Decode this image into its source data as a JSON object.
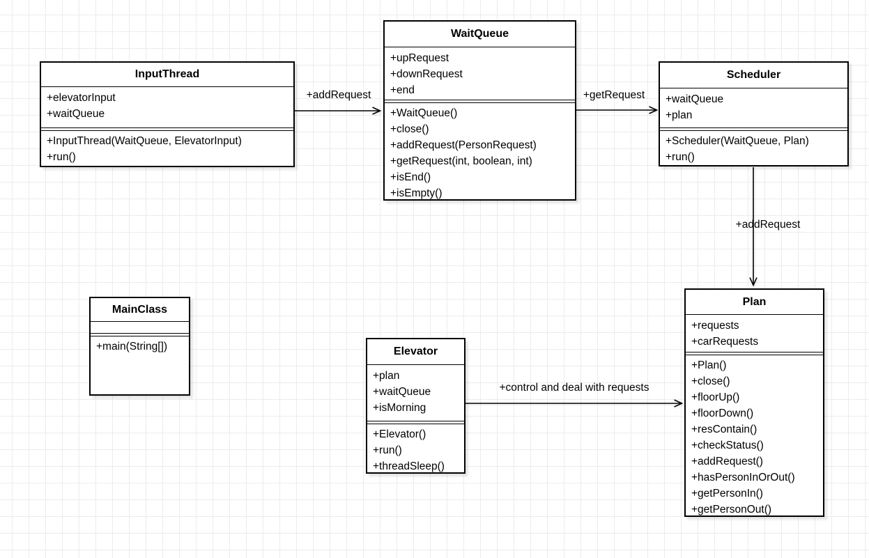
{
  "canvas": {
    "background_color": "#ffffff",
    "grid_color": "#ececee",
    "stroke_color": "#000000",
    "text_color": "#000000"
  },
  "classes": {
    "inputThread": {
      "name": "InputThread",
      "fields": [
        "+elevatorInput",
        "+waitQueue"
      ],
      "methods": [
        "+InputThread(WaitQueue, ElevatorInput)",
        "+run()"
      ]
    },
    "waitQueue": {
      "name": "WaitQueue",
      "fields": [
        "+upRequest",
        "+downRequest",
        "+end"
      ],
      "methods": [
        "+WaitQueue()",
        "+close()",
        "+addRequest(PersonRequest)",
        "+getRequest(int, boolean, int)",
        "+isEnd()",
        "+isEmpty()"
      ]
    },
    "scheduler": {
      "name": "Scheduler",
      "fields": [
        "+waitQueue",
        "+plan"
      ],
      "methods": [
        "+Scheduler(WaitQueue, Plan)",
        "+run()"
      ]
    },
    "mainClass": {
      "name": "MainClass",
      "fields": [],
      "methods": [
        "+main(String[])"
      ]
    },
    "elevator": {
      "name": "Elevator",
      "fields": [
        "+plan",
        "+waitQueue",
        "+isMorning"
      ],
      "methods": [
        "+Elevator()",
        "+run()",
        "+threadSleep()"
      ]
    },
    "plan": {
      "name": "Plan",
      "fields": [
        "+requests",
        "+carRequests"
      ],
      "methods": [
        "+Plan()",
        "+close()",
        "+floorUp()",
        "+floorDown()",
        "+resContain()",
        "+checkStatus()",
        "+addRequest()",
        "+hasPersonInOrOut()",
        "+getPersonIn()",
        "+getPersonOut()"
      ]
    }
  },
  "edges": {
    "inputThreadToWaitQueue": {
      "label": "+addRequest",
      "from": "InputThread",
      "to": "WaitQueue"
    },
    "waitQueueToScheduler": {
      "label": "+getRequest",
      "from": "WaitQueue",
      "to": "Scheduler"
    },
    "schedulerToPlan": {
      "label": "+addRequest",
      "from": "Scheduler",
      "to": "Plan"
    },
    "elevatorToPlan": {
      "label": "+control and deal with requests",
      "from": "Elevator",
      "to": "Plan"
    }
  }
}
